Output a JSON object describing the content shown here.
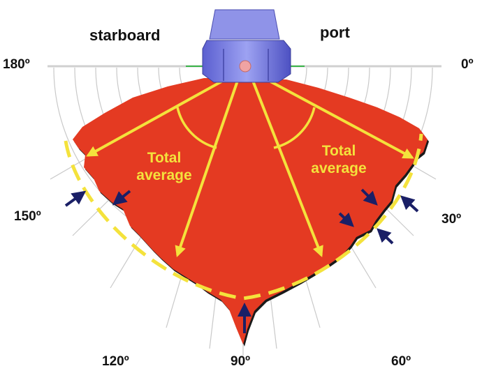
{
  "labels": {
    "starboard": "starboard",
    "port": "port",
    "deg_180": "180º",
    "deg_0": "0º",
    "deg_150": "150º",
    "deg_30": "30º",
    "deg_120": "120º",
    "deg_90": "90º",
    "deg_60": "60º"
  },
  "annotations": {
    "left_line1": "Total",
    "left_line2": "average",
    "right_line1": "Total",
    "right_line2": "average"
  },
  "colors": {
    "beam_fill": "#e43a22",
    "average_lines": "#f4e23c",
    "arrows": "#1a1f66",
    "grid": "#c9c9c9",
    "transducer": "#7b7fe0"
  }
}
